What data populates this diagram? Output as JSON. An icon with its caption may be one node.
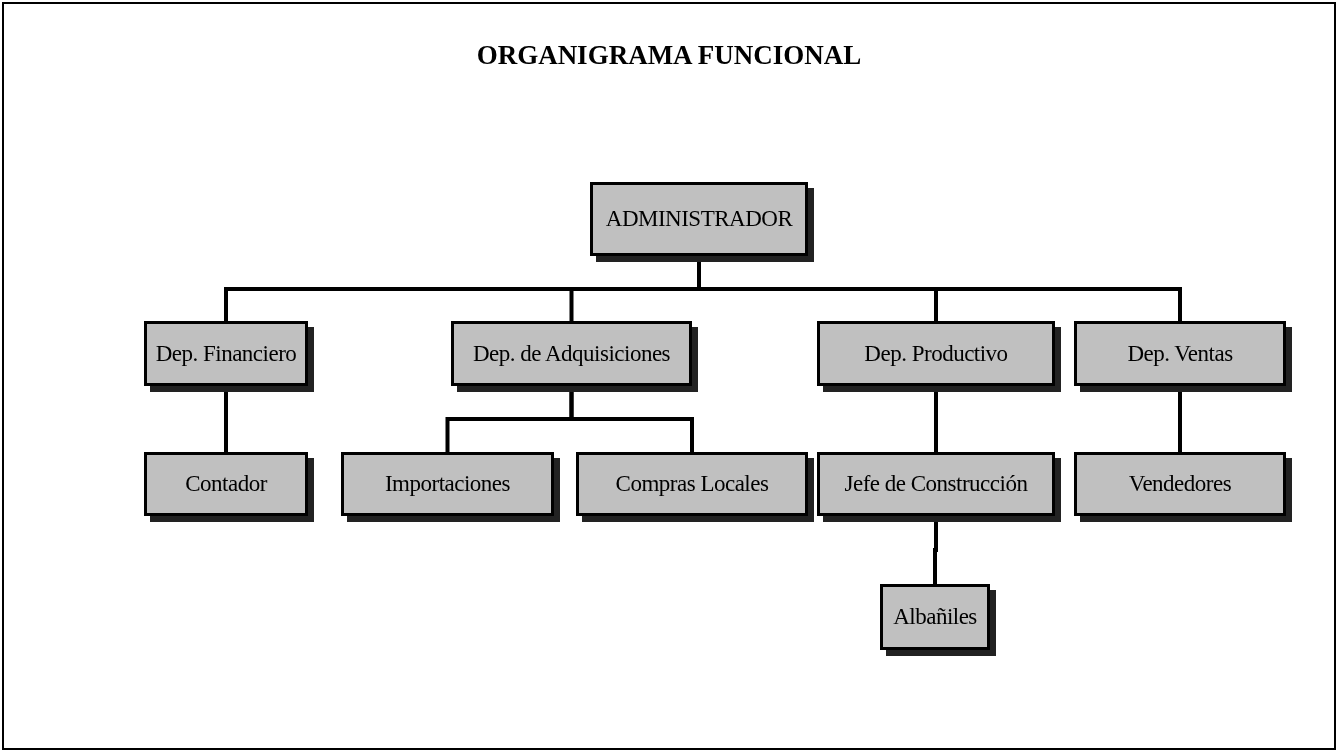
{
  "diagram": {
    "title": "ORGANIGRAMA FUNCIONAL",
    "nodes": [
      {
        "text": [
          "ADMINISTRADOR"
        ]
      },
      {
        "text": [
          "Dep. Financiero"
        ]
      },
      {
        "text": [
          "Dep. de Adquisiciones"
        ]
      },
      {
        "text": [
          "Dep. Productivo"
        ]
      },
      {
        "text": [
          "Dep. Ventas"
        ]
      },
      {
        "text": [
          "Contador"
        ]
      },
      {
        "text": [
          "Importaciones"
        ]
      },
      {
        "text": [
          "Compras Locales"
        ]
      },
      {
        "text": [
          "Jefe de Construcción"
        ]
      },
      {
        "text": [
          "Vendedores"
        ]
      },
      {
        "text": [
          "Albañiles"
        ]
      }
    ],
    "edges": [
      {
        "from": 0,
        "to": 1,
        "arrow": "none"
      },
      {
        "from": 0,
        "to": 2,
        "arrow": "none"
      },
      {
        "from": 0,
        "to": 3,
        "arrow": "none"
      },
      {
        "from": 0,
        "to": 4,
        "arrow": "none"
      },
      {
        "from": 1,
        "to": 5,
        "arrow": "none"
      },
      {
        "from": 2,
        "to": 6,
        "arrow": "none"
      },
      {
        "from": 2,
        "to": 7,
        "arrow": "none"
      },
      {
        "from": 3,
        "to": 8,
        "arrow": "none"
      },
      {
        "from": 4,
        "to": 9,
        "arrow": "none"
      },
      {
        "from": 8,
        "to": 10,
        "arrow": "none"
      }
    ]
  }
}
